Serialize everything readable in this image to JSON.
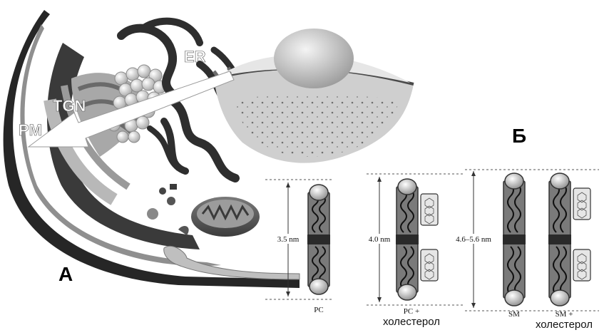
{
  "panel_a": {
    "label": "A",
    "arrow_labels": {
      "pm": "PM",
      "tgn": "TGN",
      "er": "ER"
    }
  },
  "panel_b": {
    "label": "Б",
    "bilayers": [
      {
        "caption": "PC",
        "thickness": "3.5 nm",
        "has_cholesterol": false
      },
      {
        "caption": "PC +",
        "caption2": "холестерол",
        "thickness": "4.0 nm",
        "has_cholesterol": true
      },
      {
        "caption": "SM",
        "thickness": "4.6–5.6 nm",
        "has_cholesterol": false
      },
      {
        "caption": "SM +",
        "caption2": "холестерол",
        "has_cholesterol": true
      }
    ]
  },
  "colors": {
    "membrane_dark": "#2a2a2a",
    "membrane_gray": "#8a8a8a",
    "cytoplasm": "#c8c8c8",
    "arrow": "#ffffff"
  }
}
